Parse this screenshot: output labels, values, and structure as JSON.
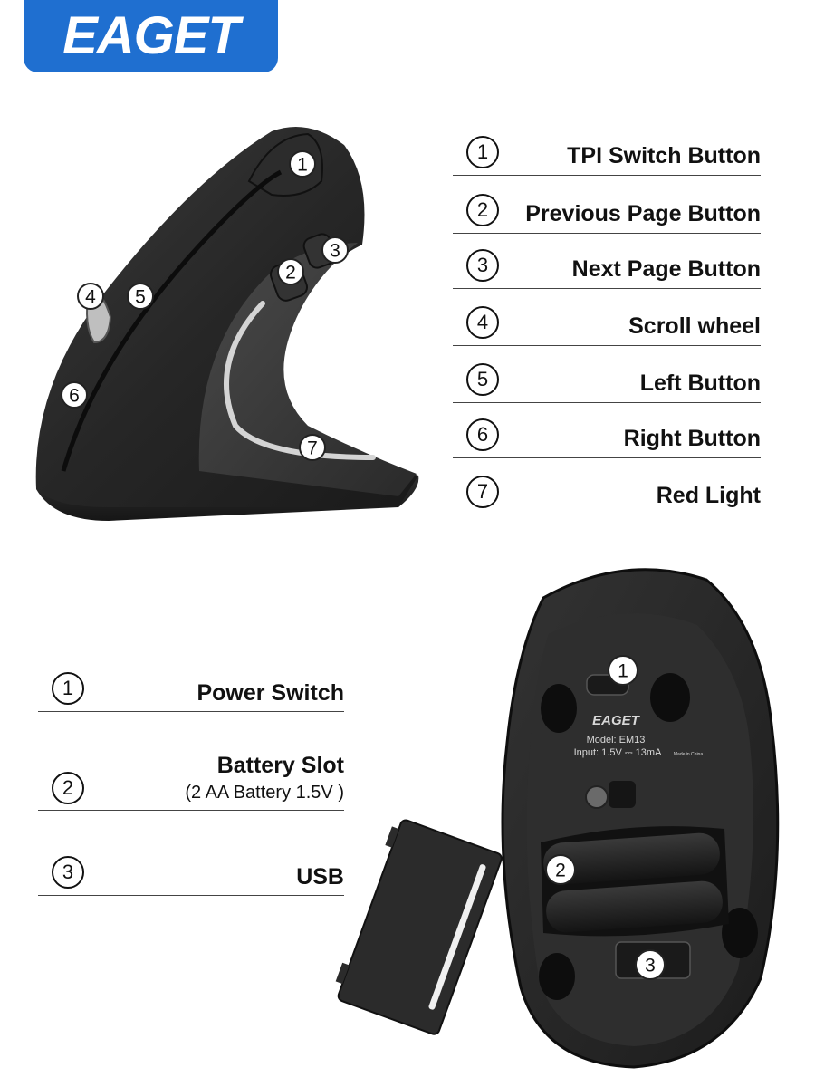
{
  "brand": {
    "logo": "EAGET",
    "colors": {
      "badge": "#1f6fd0",
      "text": "#ffffff"
    }
  },
  "top_section": {
    "features": [
      {
        "num": "1",
        "label": "TPI Switch Button"
      },
      {
        "num": "2",
        "label": "Previous Page Button"
      },
      {
        "num": "3",
        "label": "Next Page Button"
      },
      {
        "num": "4",
        "label": "Scroll wheel"
      },
      {
        "num": "5",
        "label": "Left Button"
      },
      {
        "num": "6",
        "label": "Right Button"
      },
      {
        "num": "7",
        "label": "Red Light"
      }
    ],
    "callouts": [
      "1",
      "2",
      "3",
      "4",
      "5",
      "6",
      "7"
    ]
  },
  "bottom_section": {
    "features": [
      {
        "num": "1",
        "label": "Power Switch",
        "sublabel": ""
      },
      {
        "num": "2",
        "label": "Battery Slot",
        "sublabel": "(2 AA Battery 1.5V )"
      },
      {
        "num": "3",
        "label": "USB",
        "sublabel": ""
      }
    ],
    "callouts": [
      "1",
      "2",
      "3"
    ],
    "underside_print": {
      "logo": "EAGET",
      "model": "Model: EM13",
      "input": "Input: 1.5V ⎓ 13mA",
      "made_in": "Made in China"
    }
  }
}
